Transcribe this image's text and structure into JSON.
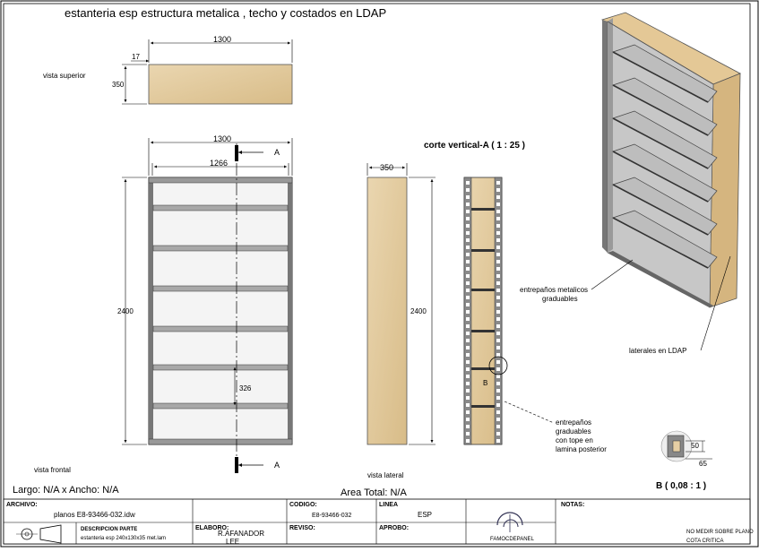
{
  "title": "estanteria esp estructura metalica , techo y costados en LDAP",
  "views": {
    "top": {
      "label": "vista superior",
      "width": "1300",
      "offset": "17",
      "depth": "350"
    },
    "front": {
      "label": "vista frontal",
      "width_outer": "1300",
      "width_inner": "1266",
      "height": "2400",
      "spacing": "326",
      "section_mark": "A"
    },
    "side": {
      "label": "vista lateral",
      "depth": "350",
      "height": "2400"
    },
    "section": {
      "title": "corte vertical-A ( 1 : 25 )",
      "detail_mark": "B"
    },
    "detail": {
      "title": "B ( 0,08 : 1 )",
      "dim1": "50",
      "dim2": "65"
    }
  },
  "annotations": {
    "shelves_metal": "entrepaños metalicos\ngraduables",
    "laterals": "laterales en LDAP",
    "shelves_stop": "entrepaños\ngraduables\ncon  tope en\nlamina posterior"
  },
  "size_line": "Largo: N/A x Ancho: N/A",
  "area_line": "Area Total: N/A",
  "title_block": {
    "archivo_label": "ARCHIVO:",
    "archivo_value": "planos E8-93466-032.idw",
    "codigo_label": "CODIGO:",
    "codigo_value": "E8-93466-032",
    "linea_label": "LINEA",
    "linea_value": "ESP",
    "notas_label": "NOTAS:",
    "descripcion_label": "DESCRIPCION PARTE",
    "descripcion_value": "estanteria esp 240x130x35 met.lam",
    "elaboro_label": "ELABORO:",
    "elaboro_value": "R.AFANADOR\nLEE",
    "reviso_label": "REVISO:",
    "aprobo_label": "APROBO:",
    "company": "FAMOCDEPANEL",
    "note1": "NO MEDIR SOBRE PLANO",
    "note2": "COTA CRITICA"
  },
  "colors": {
    "wood": "#e6cfa4",
    "metal": "#9a9a9a",
    "line": "#000000"
  }
}
